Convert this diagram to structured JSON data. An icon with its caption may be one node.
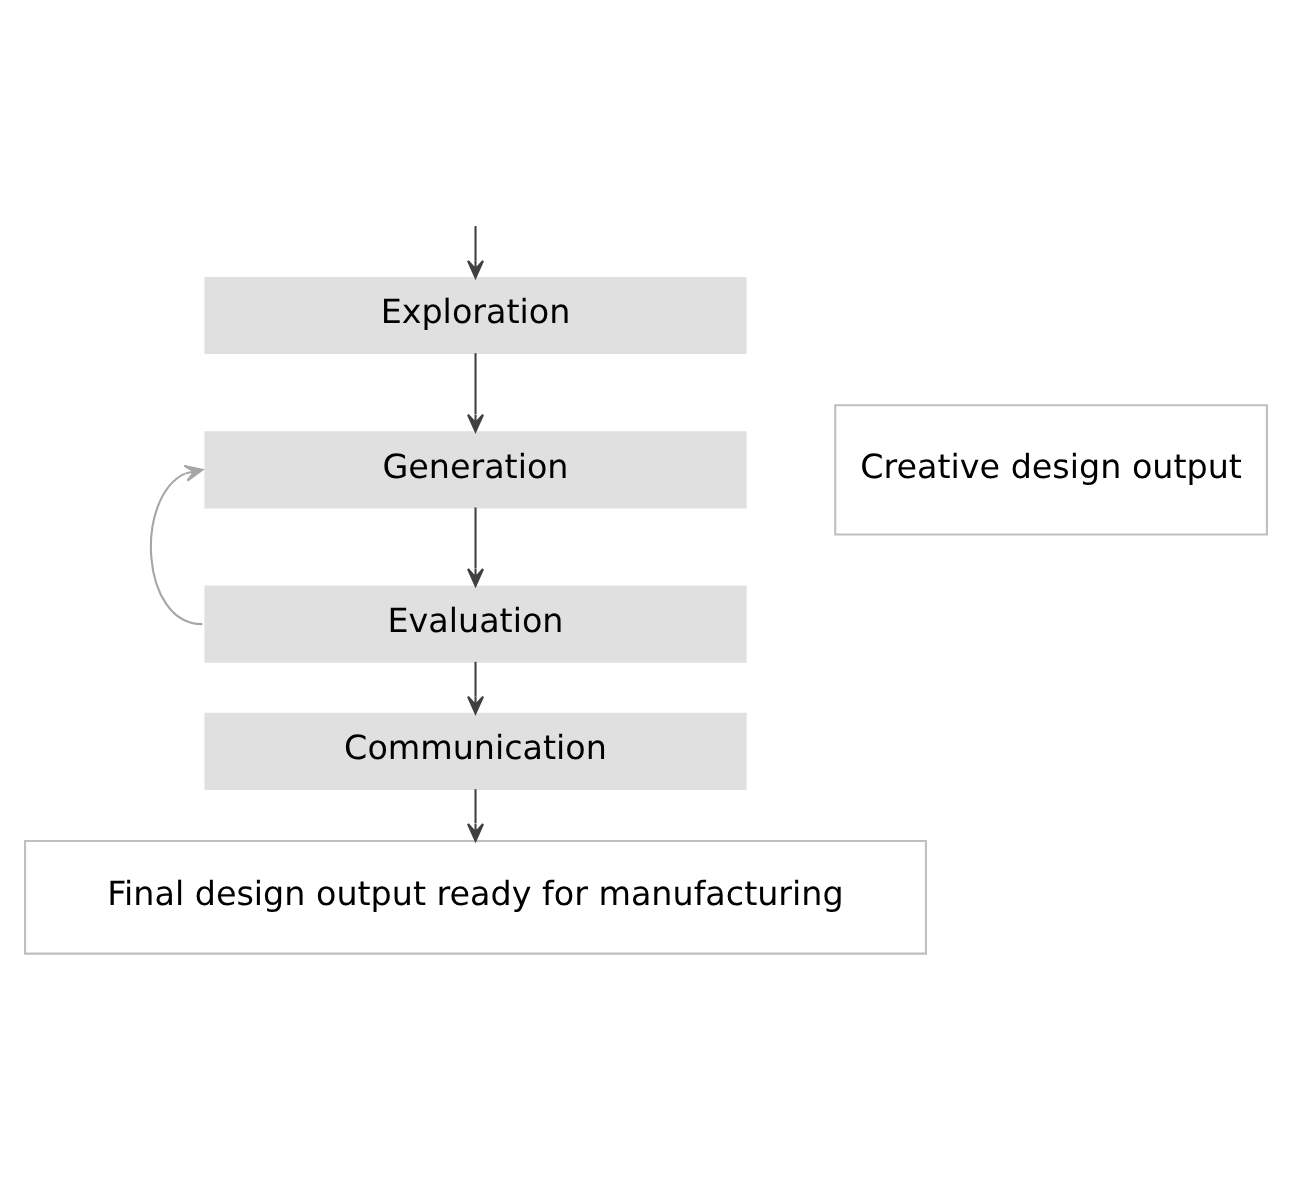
{
  "diagram": {
    "nodes": [
      {
        "text": [
          "Exploration"
        ]
      },
      {
        "text": [
          "Generation"
        ]
      },
      {
        "text": [
          "Evaluation"
        ]
      },
      {
        "text": [
          "Communication"
        ]
      },
      {
        "text": [
          "Creative design output"
        ]
      },
      {
        "text": [
          "Final design output ready for manufacturing"
        ]
      }
    ],
    "edges": [
      {
        "from": null,
        "to": 0,
        "arrow": "to"
      },
      {
        "from": 0,
        "to": 1,
        "arrow": "to"
      },
      {
        "from": 1,
        "to": 2,
        "arrow": "to"
      },
      {
        "from": 2,
        "to": 1,
        "arrow": "to",
        "color": "#a6a6a6"
      },
      {
        "from": 2,
        "to": 3,
        "arrow": "to"
      },
      {
        "from": 3,
        "to": 5,
        "arrow": "to"
      }
    ]
  }
}
